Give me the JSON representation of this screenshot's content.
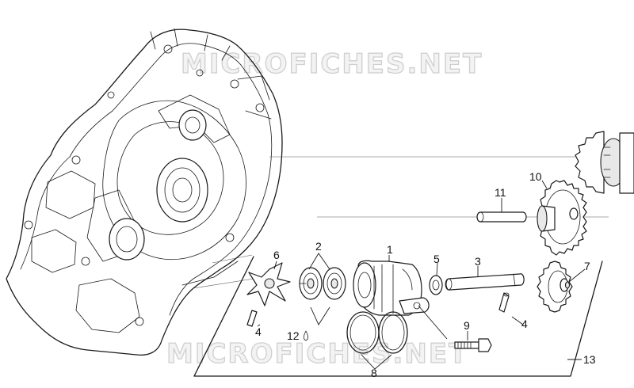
{
  "watermark": "MICROFICHES.NET",
  "callouts": {
    "c1": "1",
    "c2": "2",
    "c3": "3",
    "c4a": "4",
    "c4b": "4",
    "c5": "5",
    "c6": "6",
    "c7": "7",
    "c8": "8",
    "c9": "9",
    "c10": "10",
    "c11": "11",
    "c12": "12",
    "c13": "13"
  }
}
